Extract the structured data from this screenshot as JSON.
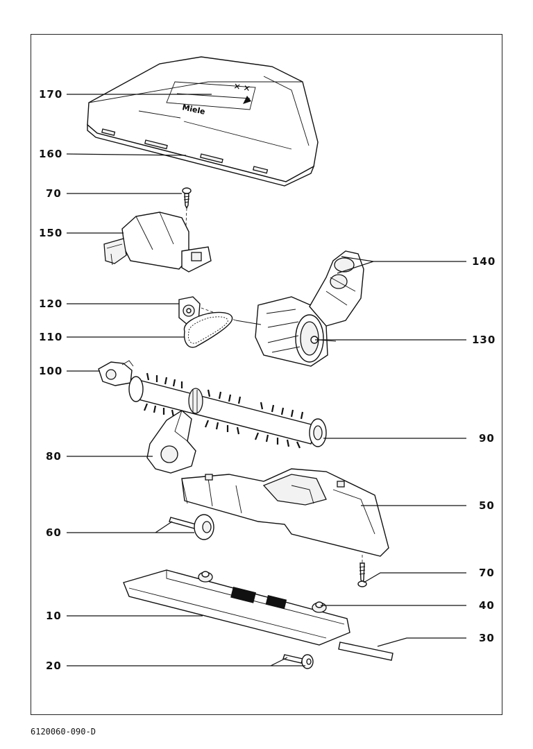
{
  "drawing_number": "6120060-090-D",
  "brand_text": "Miele",
  "callouts": [
    {
      "id": "170",
      "side": "left",
      "label": "170"
    },
    {
      "id": "160",
      "side": "left",
      "label": "160"
    },
    {
      "id": "70a",
      "side": "left",
      "label": "70"
    },
    {
      "id": "150",
      "side": "left",
      "label": "150"
    },
    {
      "id": "140",
      "side": "right",
      "label": "140"
    },
    {
      "id": "120",
      "side": "left",
      "label": "120"
    },
    {
      "id": "110",
      "side": "left",
      "label": "110"
    },
    {
      "id": "130",
      "side": "right",
      "label": "130"
    },
    {
      "id": "100",
      "side": "left",
      "label": "100"
    },
    {
      "id": "90",
      "side": "right",
      "label": "90"
    },
    {
      "id": "80",
      "side": "left",
      "label": "80"
    },
    {
      "id": "50",
      "side": "right",
      "label": "50"
    },
    {
      "id": "60",
      "side": "left",
      "label": "60"
    },
    {
      "id": "70b",
      "side": "right",
      "label": "70"
    },
    {
      "id": "40",
      "side": "right",
      "label": "40"
    },
    {
      "id": "10",
      "side": "left",
      "label": "10"
    },
    {
      "id": "30",
      "side": "right",
      "label": "30"
    },
    {
      "id": "20",
      "side": "left",
      "label": "20"
    }
  ]
}
